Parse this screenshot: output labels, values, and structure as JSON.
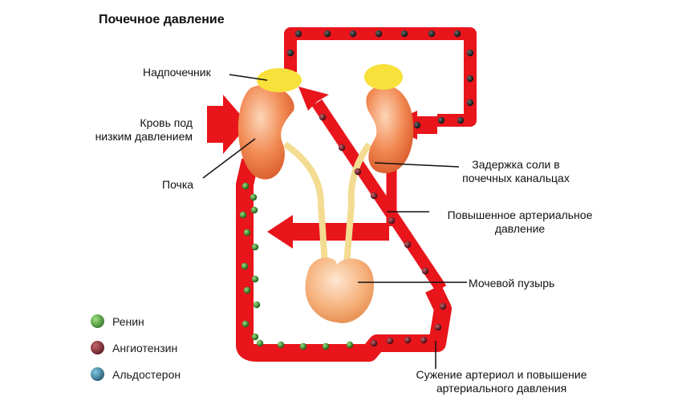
{
  "title": "Почечное давление",
  "labels": {
    "adrenal": "Надпочечник",
    "low_pressure_line1": "Кровь под",
    "low_pressure_line2": "низким давлением",
    "kidney": "Почка",
    "salt_line1": "Задержка соли в",
    "salt_line2": "почечных канальцах",
    "high_pressure_line1": "Повышенное артериальное",
    "high_pressure_line2": "давление",
    "bladder": "Мочевой пузырь",
    "constriction_line1": "Сужение артериол и повышение",
    "constriction_line2": "артериального давления"
  },
  "legend": [
    {
      "label": "Ренин",
      "color": "#2f8a2a"
    },
    {
      "label": "Ангиотензин",
      "color": "#7a1620"
    },
    {
      "label": "Альдостерон",
      "color": "#1e6f8c"
    }
  ],
  "colors": {
    "vessel": "#e8151b",
    "kidney": "#f07a45",
    "adrenal": "#f7e13a",
    "ureter": "#f3dc92",
    "bladder": "#f5a66c"
  }
}
